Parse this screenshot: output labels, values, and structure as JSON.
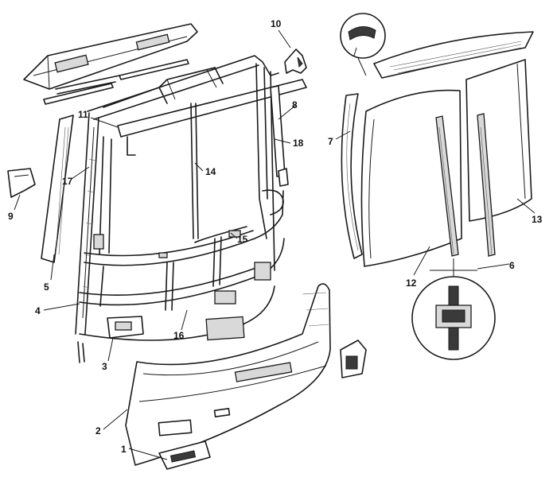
{
  "callouts": {
    "c1": "1",
    "c2": "2",
    "c3": "3",
    "c4": "4",
    "c5": "5",
    "c6": "6",
    "c7": "7",
    "c8": "8",
    "c9": "9",
    "c10": "10",
    "c11": "11",
    "c12": "12",
    "c13": "13",
    "c14": "14",
    "c15": "15",
    "c16": "16",
    "c17": "17",
    "c18": "18"
  },
  "colors": {
    "ink": "#1a1a1a",
    "paper": "#ffffff",
    "shade": "#d9d9d9"
  }
}
